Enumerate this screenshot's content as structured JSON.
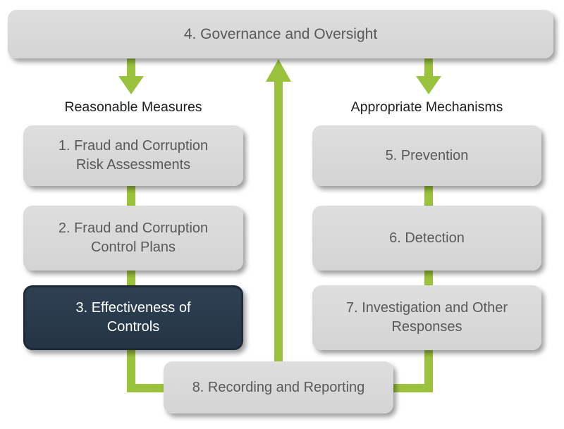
{
  "colors": {
    "green": "#9BC23D",
    "box_fill": "#D8D8D8",
    "dark_box_fill": "#2B3D4F",
    "dark_box_border": "#1E2A37",
    "box_text": "#595959",
    "header_text": "#1F1F1F",
    "dark_box_text": "#FFFFFF"
  },
  "top_box": {
    "label": "4. Governance and Oversight"
  },
  "columns": [
    {
      "header": "Reasonable Measures",
      "boxes": [
        {
          "label": "1. Fraud and Corruption Risk Assessments"
        },
        {
          "label": "2. Fraud and Corruption Control Plans"
        },
        {
          "label": "3. Effectiveness of Controls",
          "highlighted": true
        }
      ]
    },
    {
      "header": "Appropriate Mechanisms",
      "boxes": [
        {
          "label": "5. Prevention"
        },
        {
          "label": "6. Detection"
        },
        {
          "label": "7. Investigation and Other Responses"
        }
      ]
    }
  ],
  "bottom_box": {
    "label": "8. Recording and Reporting"
  },
  "arrows": {
    "left": "down-arrow from Governance to Reasonable Measures",
    "right": "down-arrow from Governance to Appropriate Mechanisms",
    "center": "up-arrow from Recording and Reporting to Governance"
  }
}
